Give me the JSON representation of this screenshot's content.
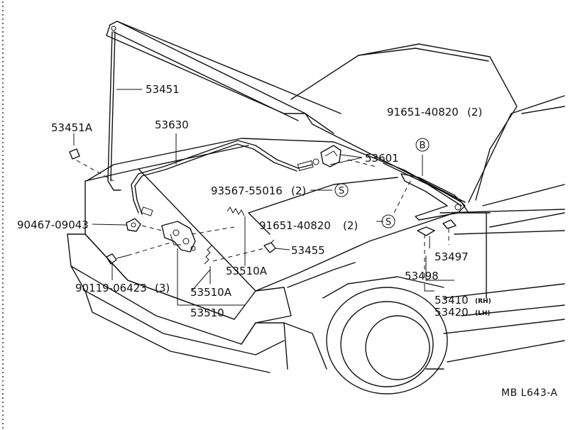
{
  "diagram_code": "MB L643-A",
  "parts": {
    "hood_support_rod": {
      "number": "53451"
    },
    "support_rod_grommet": {
      "number": "53451A"
    },
    "release_cable": {
      "number": "53630"
    },
    "release_lever": {
      "number": "53601"
    },
    "clip_s1": {
      "number": "93567-55016",
      "qty": "(2)",
      "ref": "S"
    },
    "bolt_b": {
      "number": "91651-40820",
      "qty": "(2)",
      "ref": "B"
    },
    "bolt_s2": {
      "number": "91651-40820",
      "qty": "(2)",
      "ref": "S"
    },
    "hood_lock_bolt": {
      "number": "90467-09043"
    },
    "lock_screw": {
      "number": "90119-06423",
      "qty": "(3)"
    },
    "clip_53455": {
      "number": "53455"
    },
    "spring_upper": {
      "number": "53510A"
    },
    "spring_lower": {
      "number": "53510A"
    },
    "hood_lock": {
      "number": "53510"
    },
    "cushion_53497": {
      "number": "53497"
    },
    "cushion_53498": {
      "number": "53498"
    },
    "hinge_rh": {
      "number": "53410",
      "suffix": "(RH)"
    },
    "hinge_lh": {
      "number": "53420",
      "suffix": "(LH)"
    }
  }
}
